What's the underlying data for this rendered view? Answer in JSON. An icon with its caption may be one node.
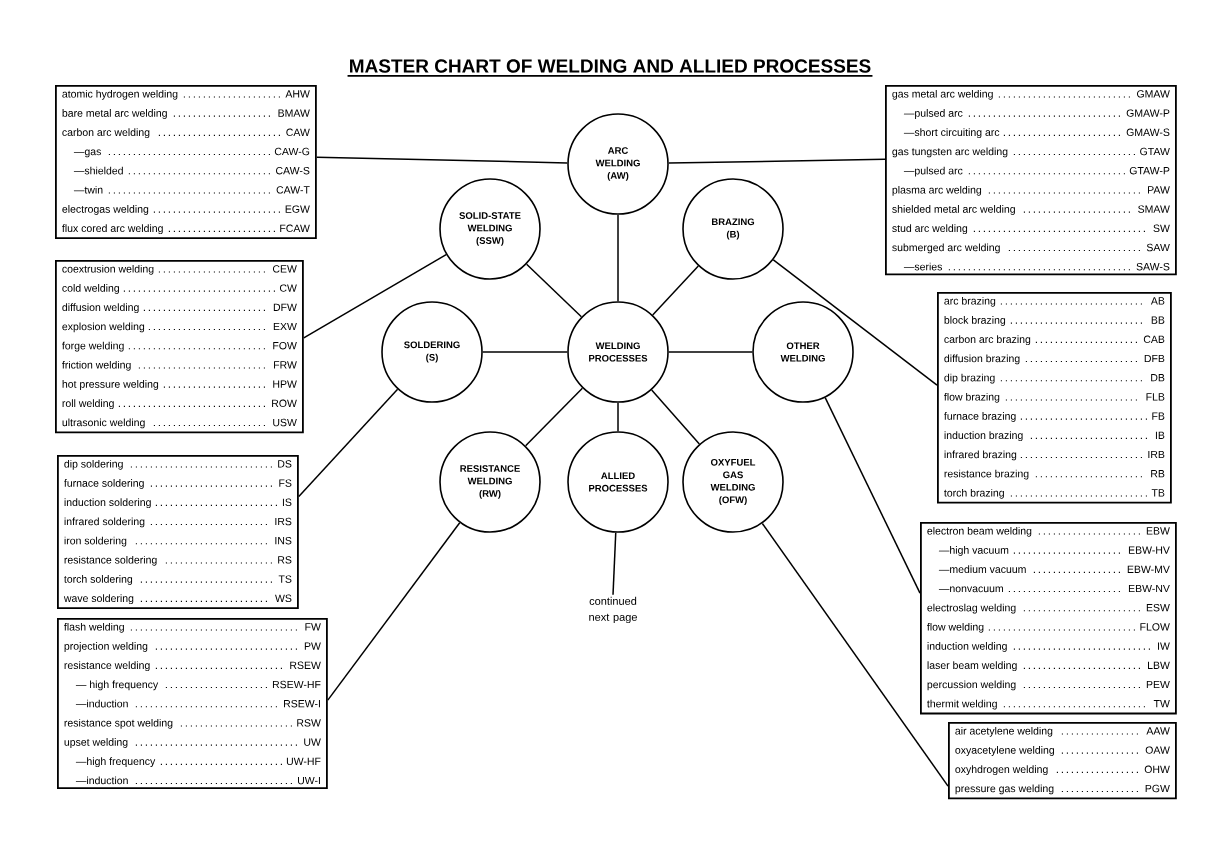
{
  "diagram": {
    "title": "MASTER CHART OF WELDING AND ALLIED PROCESSES",
    "nodes": [
      {
        "text": [
          "WELDING PROCESSES"
        ]
      },
      {
        "text": [
          "ARC WELDING (AW)"
        ]
      },
      {
        "text": [
          "SOLID-STATE WELDING (SSW)"
        ]
      },
      {
        "text": [
          "BRAZING (B)"
        ]
      },
      {
        "text": [
          "SOLDERING (S)"
        ]
      },
      {
        "text": [
          "OTHER WELDING"
        ]
      },
      {
        "text": [
          "RESISTANCE WELDING (RW)"
        ]
      },
      {
        "text": [
          "ALLIED PROCESSES"
        ]
      },
      {
        "text": [
          "OXYFUEL GAS WELDING (OFW)"
        ]
      },
      {
        "text": [
          "continued next page"
        ]
      },
      {
        "text": [
          "atomic hydrogen welding",
          "AHW",
          "bare metal arc welding",
          "BMAW",
          "carbon arc welding",
          "CAW",
          "—gas",
          "CAW-G",
          "—shielded",
          "CAW-S",
          "—twin",
          "CAW-T",
          "electrogas welding",
          "EGW",
          "flux cored arc welding",
          "FCAW"
        ]
      },
      {
        "text": [
          "gas metal arc welding",
          "GMAW",
          "—pulsed arc",
          "GMAW-P",
          "—short circuiting arc",
          "GMAW-S",
          "gas tungsten arc welding",
          "GTAW",
          "—pulsed arc",
          "GTAW-P",
          "plasma arc welding",
          "PAW",
          "shielded metal arc welding",
          "SMAW",
          "stud arc welding",
          "SW",
          "submerged arc welding",
          "SAW",
          "—series",
          "SAW-S"
        ]
      },
      {
        "text": [
          "coextrusion welding",
          "CEW",
          "cold welding",
          "CW",
          "diffusion welding",
          "DFW",
          "explosion welding",
          "EXW",
          "forge welding",
          "FOW",
          "friction welding",
          "FRW",
          "hot pressure welding",
          "HPW",
          "roll welding",
          "ROW",
          "ultrasonic welding",
          "USW"
        ]
      },
      {
        "text": [
          "arc brazing",
          "AB",
          "block brazing",
          "BB",
          "carbon arc brazing",
          "CAB",
          "diffusion brazing",
          "DFB",
          "dip brazing",
          "DB",
          "flow brazing",
          "FLB",
          "furnace brazing",
          "FB",
          "induction brazing",
          "IB",
          "infrared brazing",
          "IRB",
          "resistance brazing",
          "RB",
          "torch brazing",
          "TB"
        ]
      },
      {
        "text": [
          "dip soldering",
          "DS",
          "furnace soldering",
          "FS",
          "induction soldering",
          "IS",
          "infrared soldering",
          "IRS",
          "iron soldering",
          "INS",
          "resistance soldering",
          "RS",
          "torch soldering",
          "TS",
          "wave soldering",
          "WS"
        ]
      },
      {
        "text": [
          "electron beam welding",
          "EBW",
          "—high vacuum",
          "EBW-HV",
          "—medium vacuum",
          "EBW-MV",
          "—nonvacuum",
          "EBW-NV",
          "electroslag welding",
          "ESW",
          "flow welding",
          "FLOW",
          "induction welding",
          "IW",
          "laser beam welding",
          "LBW",
          "percussion welding",
          "PEW",
          "thermit welding",
          "TW"
        ]
      },
      {
        "text": [
          "flash welding",
          "FW",
          "projection welding",
          "PW",
          "resistance welding",
          "RSEW",
          "— high frequency",
          "RSEW-HF",
          "—induction",
          "RSEW-I",
          "resistance spot welding",
          "RSW",
          "upset welding",
          "UW",
          "—high frequency",
          "UW-HF",
          "—induction",
          "UW-I"
        ]
      },
      {
        "text": [
          "air acetylene welding",
          "AAW",
          "oxyacetylene welding",
          "OAW",
          "oxyhdrogen welding",
          "OHW",
          "pressure gas welding",
          "PGW"
        ]
      }
    ],
    "edges": [
      {
        "from": 0,
        "to": 1,
        "arrow": "none"
      },
      {
        "from": 0,
        "to": 2,
        "arrow": "none"
      },
      {
        "from": 0,
        "to": 3,
        "arrow": "none"
      },
      {
        "from": 0,
        "to": 4,
        "arrow": "none"
      },
      {
        "from": 0,
        "to": 5,
        "arrow": "none"
      },
      {
        "from": 0,
        "to": 6,
        "arrow": "none"
      },
      {
        "from": 0,
        "to": 7,
        "arrow": "none"
      },
      {
        "from": 0,
        "to": 8,
        "arrow": "none"
      },
      {
        "from": 7,
        "to": 9,
        "arrow": "none"
      },
      {
        "from": 1,
        "to": 10,
        "arrow": "none"
      },
      {
        "from": 1,
        "to": 11,
        "arrow": "none"
      },
      {
        "from": 2,
        "to": 12,
        "arrow": "none"
      },
      {
        "from": 3,
        "to": 13,
        "arrow": "none"
      },
      {
        "from": 4,
        "to": 14,
        "arrow": "none"
      },
      {
        "from": 5,
        "to": 15,
        "arrow": "none"
      },
      {
        "from": 6,
        "to": 16,
        "arrow": "none"
      },
      {
        "from": 8,
        "to": 17,
        "arrow": "none"
      }
    ]
  }
}
